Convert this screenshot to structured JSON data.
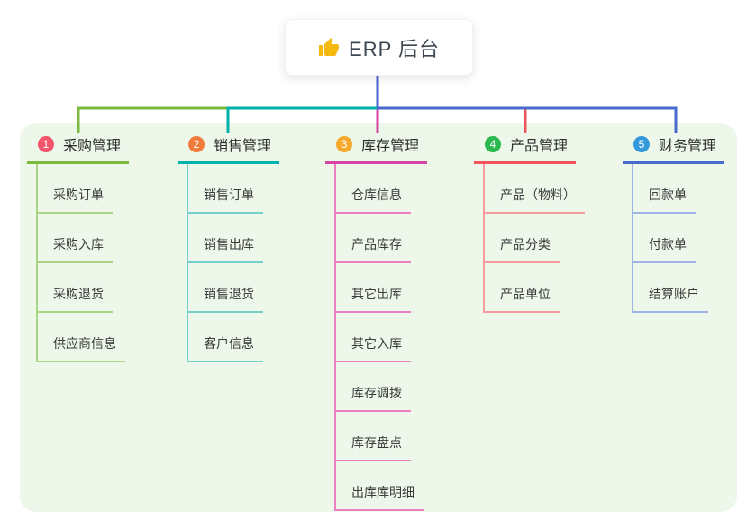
{
  "root": {
    "label": "ERP 后台",
    "icon": "thumbs-up-icon",
    "icon_color": "#f5b90f"
  },
  "colors": {
    "panel_bg": "#edf7ea",
    "root_line": "#4a63ce",
    "root_text": "#3d4653",
    "child_text": "#3a3a3a"
  },
  "branches": [
    {
      "badge": "1",
      "label": "采购管理",
      "colors": {
        "badge": "#f3566c",
        "line": "#7cb93f",
        "line_light": "#aad583"
      },
      "children": [
        "采购订单",
        "采购入库",
        "采购退货",
        "供应商信息"
      ]
    },
    {
      "badge": "2",
      "label": "销售管理",
      "colors": {
        "badge": "#ef7c3a",
        "line": "#00b2a9",
        "line_light": "#74d1ca"
      },
      "children": [
        "销售订单",
        "销售出库",
        "销售退货",
        "客户信息"
      ]
    },
    {
      "badge": "3",
      "label": "库存管理",
      "colors": {
        "badge": "#f6a92c",
        "line": "#d844a4",
        "line_light": "#ee7fc0"
      },
      "children": [
        "仓库信息",
        "产品库存",
        "其它出库",
        "其它入库",
        "库存调拨",
        "库存盘点",
        "出库库明细"
      ]
    },
    {
      "badge": "4",
      "label": "产品管理",
      "colors": {
        "badge": "#2bb84f",
        "line": "#f2545b",
        "line_light": "#f89ba0"
      },
      "children": [
        "产品（物料）",
        "产品分类",
        "产品单位"
      ]
    },
    {
      "badge": "5",
      "label": "财务管理",
      "colors": {
        "badge": "#3399db",
        "line": "#4a6bce",
        "line_light": "#9fb3e6"
      },
      "children": [
        "回款单",
        "付款单",
        "结算账户"
      ]
    }
  ]
}
